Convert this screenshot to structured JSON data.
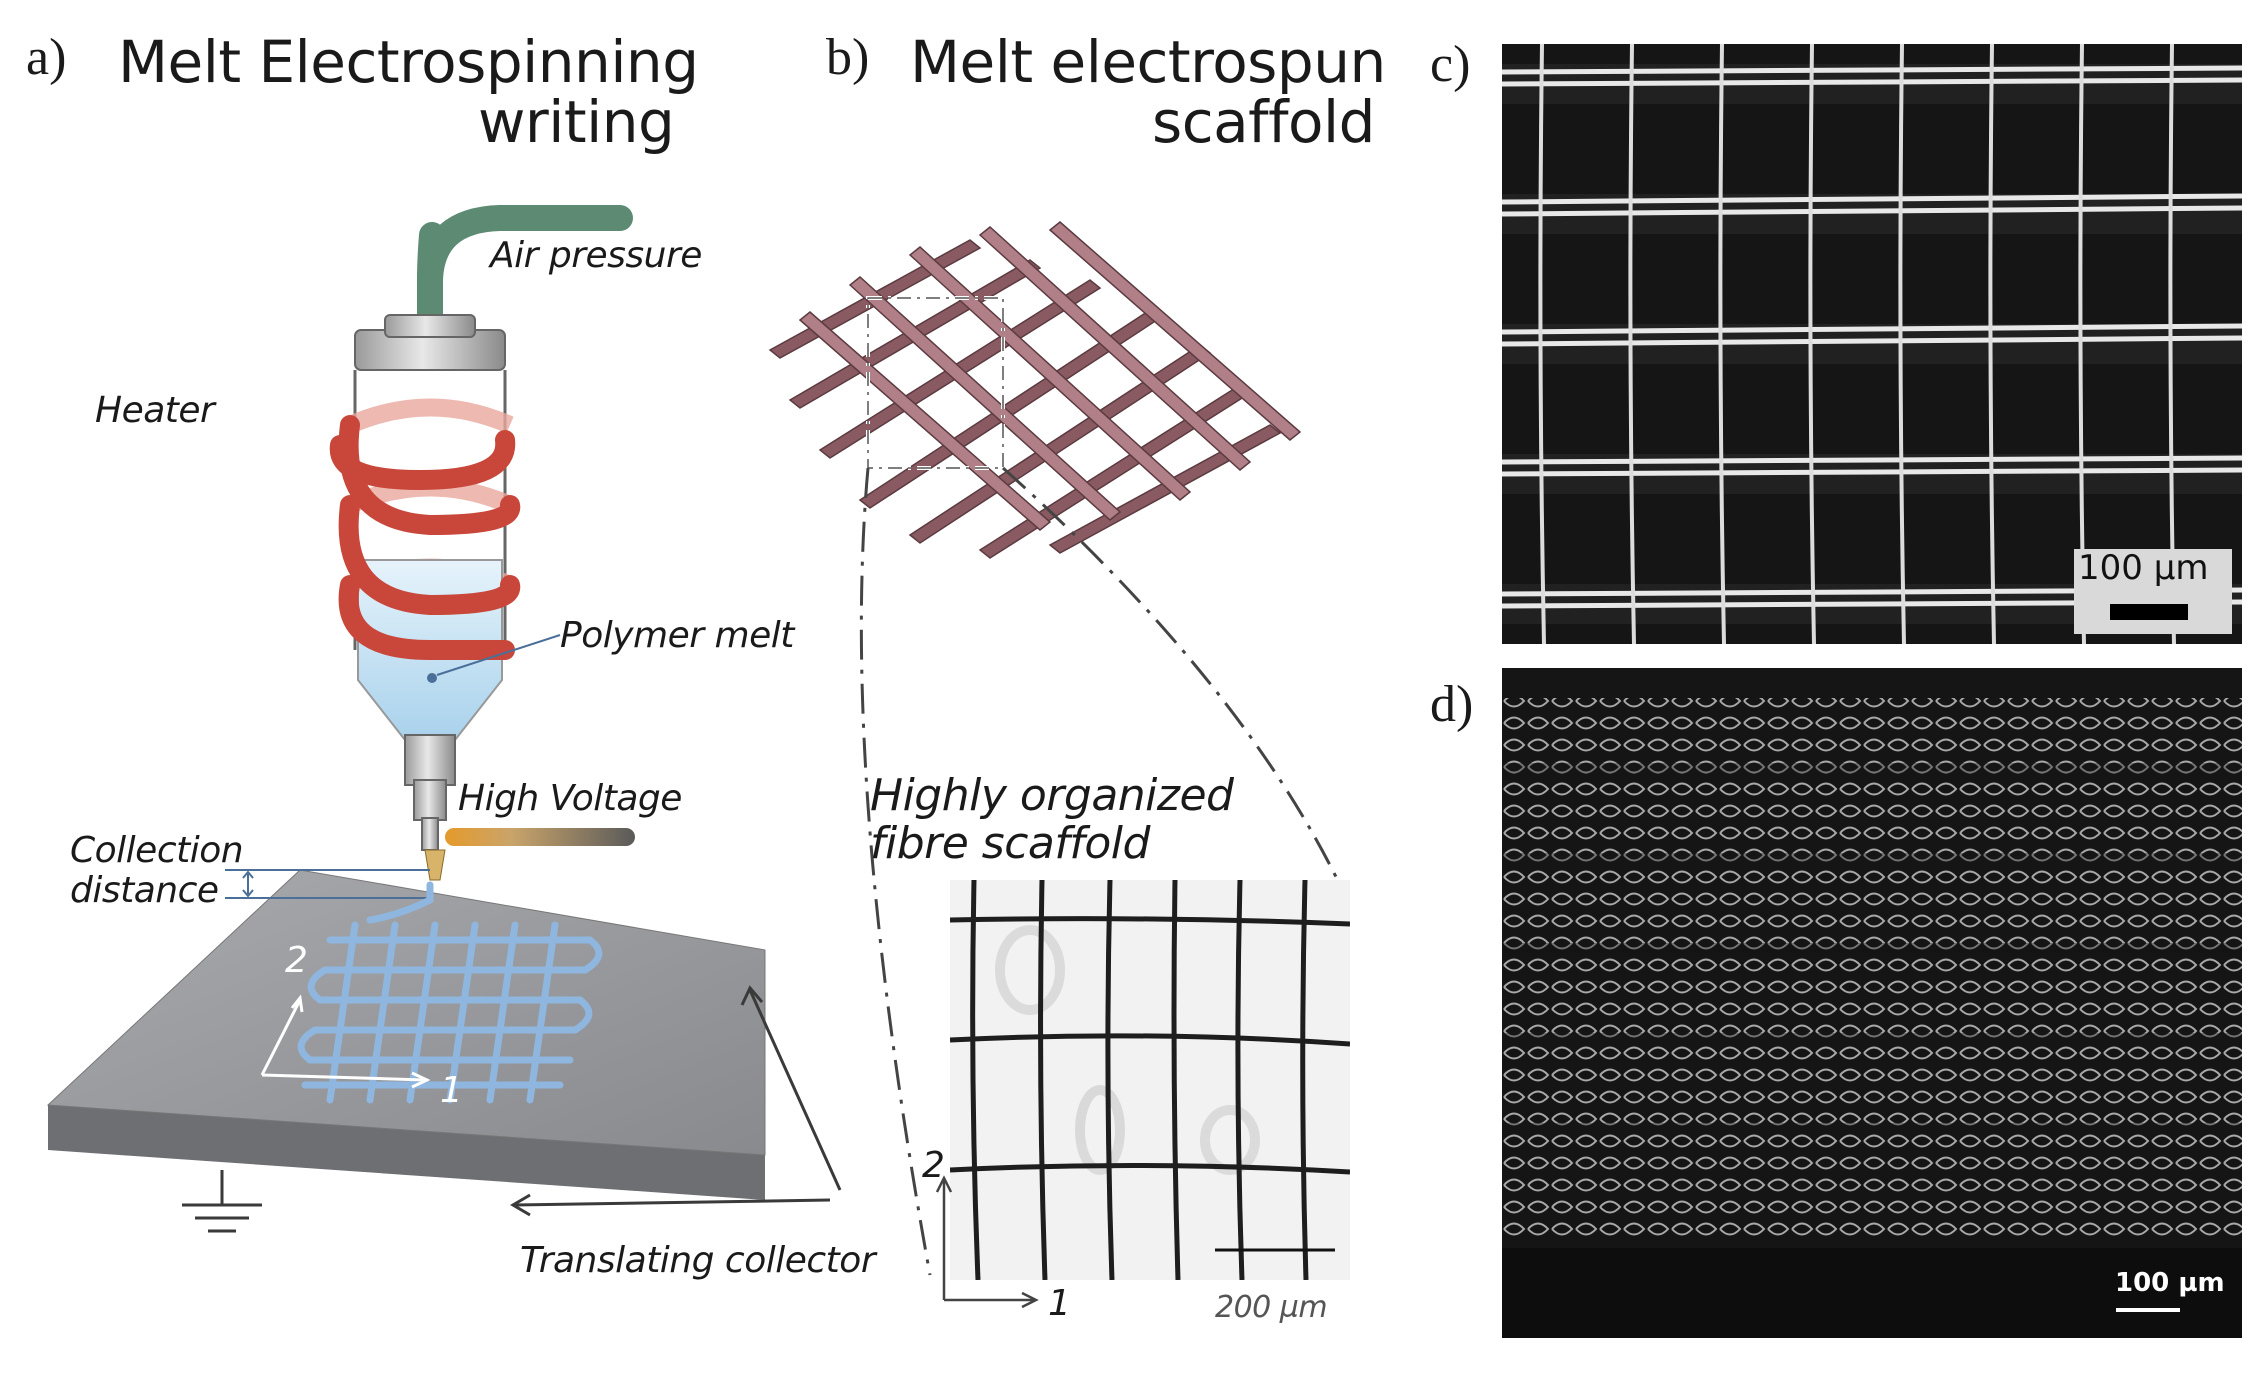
{
  "panels": {
    "a": {
      "letter": "a)",
      "title_line1": "Melt Electrospinning",
      "title_line2": "writing",
      "labels": {
        "air_pressure": "Air pressure",
        "heater": "Heater",
        "polymer_melt": "Polymer melt",
        "high_voltage": "High Voltage",
        "collection_distance_line1": "Collection",
        "collection_distance_line2": "distance",
        "translating_collector": "Translating collector",
        "axis_1": "1",
        "axis_2": "2"
      }
    },
    "b": {
      "letter": "b)",
      "title_line1": "Melt electrospun",
      "title_line2": "scaffold",
      "inset_caption_line1": "Highly organized",
      "inset_caption_line2": "fibre scaffold",
      "axis_1": "1",
      "axis_2": "2",
      "scale_bar": "200 µm"
    },
    "c": {
      "letter": "c)",
      "scale_bar": "100 µm"
    },
    "d": {
      "letter": "d)",
      "scale_bar": "100 µm"
    }
  },
  "colors": {
    "heater": "#c9473a",
    "air_tube": "#5d8a72",
    "melt": "#b9dcef",
    "collector": "#8e8f93",
    "fibre_blue": "#8fb6de",
    "scaffold": "#8a5a62",
    "sem_bg": "#151515"
  }
}
